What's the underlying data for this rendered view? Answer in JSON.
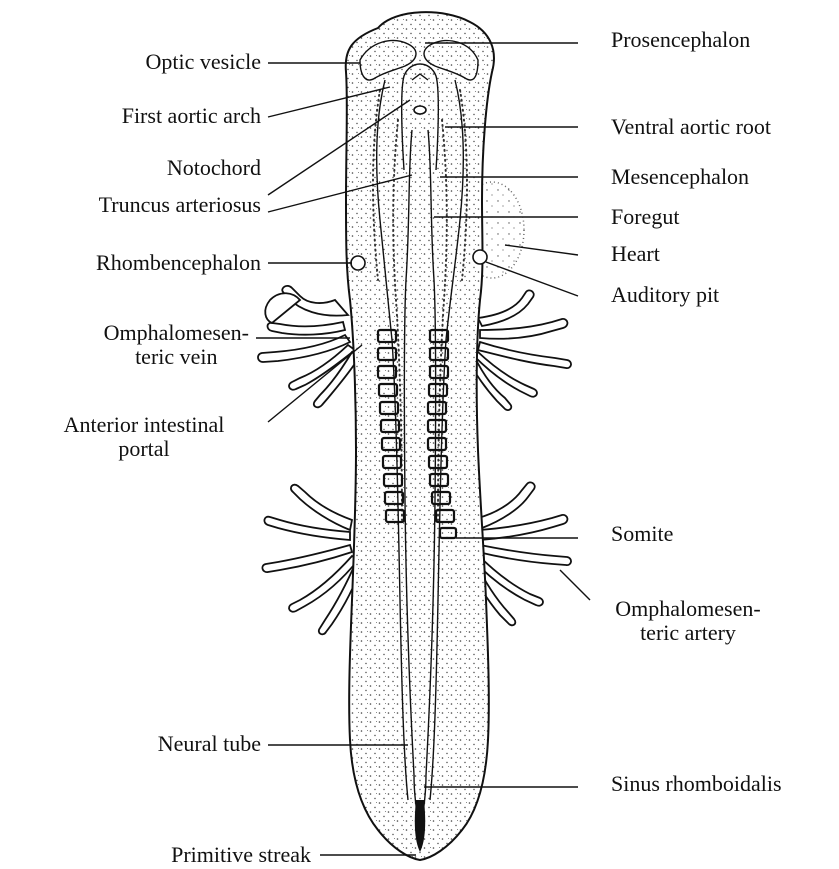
{
  "labels": {
    "prosencephalon": "Prosencephalon",
    "optic_vesicle": "Optic vesicle",
    "first_aortic_arch": "First aortic arch",
    "ventral_aortic_root": "Ventral aortic root",
    "notochord": "Notochord",
    "mesencephalon": "Mesencephalon",
    "truncus_arteriosus": "Truncus arteriosus",
    "foregut": "Foregut",
    "heart": "Heart",
    "rhombencephalon": "Rhombencephalon",
    "auditory_pit": "Auditory pit",
    "omphalomesenteric_vein": [
      "Omphalomesen-",
      "teric vein"
    ],
    "anterior_intestinal_portal": [
      "Anterior intestinal",
      "portal"
    ],
    "somite": "Somite",
    "omphalomesenteric_artery": [
      "Omphalomesen-",
      "teric artery"
    ],
    "neural_tube": "Neural tube",
    "sinus_rhomboidalis": "Sinus rhomboidalis",
    "primitive_streak": "Primitive streak"
  },
  "colors": {
    "ink": "#111111",
    "background": "#ffffff"
  }
}
